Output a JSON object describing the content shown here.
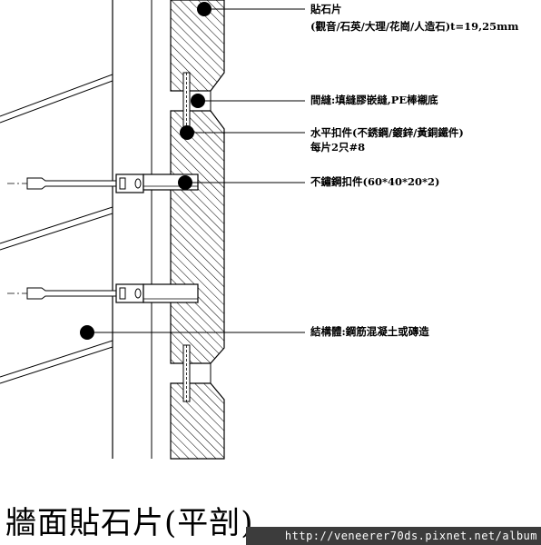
{
  "labels": {
    "stone_panel": "貼石片",
    "stone_panel_detail": "(觀音/石英/大理/花崗/人造石)t=19,25mm",
    "joint": "間縫:填縫膠嵌縫,PE棒襯底",
    "clip": "水平扣件(不銹鋼/鍍鋅/黃銅鐵件)",
    "clip_qty": "每片2只#8",
    "bracket": "不鏽鋼扣件(60*40*20*2)",
    "structure": "結構體:鋼筋混凝土或磚造"
  },
  "title": "牆面貼石片(平剖)",
  "watermark": "http://veneerer70ds.pixnet.net/album",
  "colors": {
    "line": "#000000",
    "hatch": "#000000",
    "bar": "#3c3c3c"
  }
}
